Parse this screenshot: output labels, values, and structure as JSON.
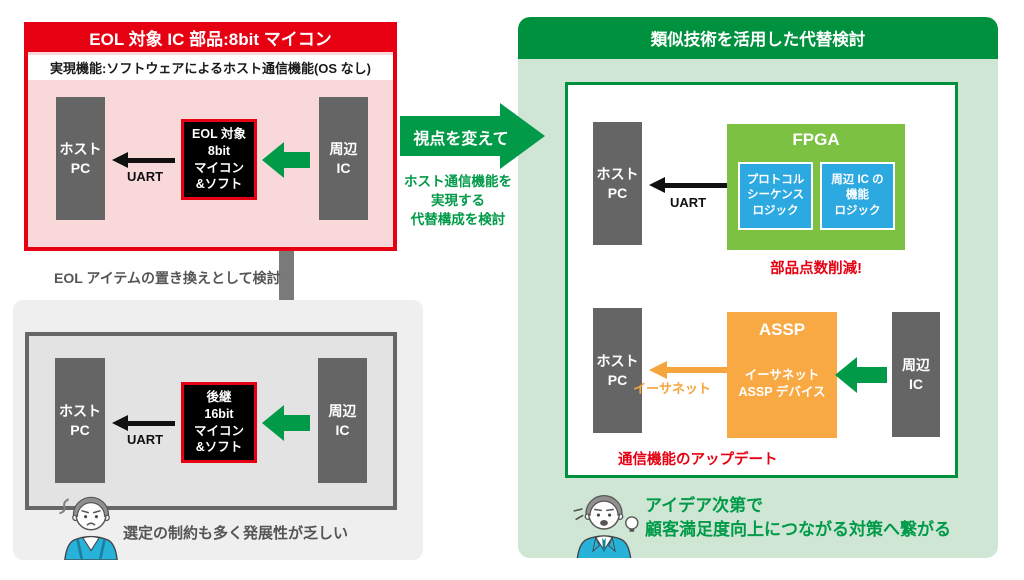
{
  "colors": {
    "red": "#e60012",
    "pink": "#f9d8da",
    "green_dark": "#00913f",
    "green_arrow": "#009a48",
    "green_light": "#cfe6d4",
    "fpga_green": "#7dc143",
    "logic_blue": "#2da9e1",
    "assp_orange": "#f8a943",
    "ic_gray": "#656565"
  },
  "eol_box": {
    "title": "EOL 対象 IC 部品:8bit マイコン",
    "subtitle": "実現機能:ソフトウェアによるホスト通信機能(OS なし)",
    "host_pc": [
      "ホスト",
      "PC"
    ],
    "uart": "UART",
    "mcu_lines": [
      "EOL 対象",
      "8bit",
      "マイコン",
      "&ソフト"
    ],
    "peripheral": [
      "周辺",
      "IC"
    ]
  },
  "transition": {
    "arrow_label": "視点を変えて",
    "note_lines": [
      "ホスト通信機能を",
      "実現する",
      "代替構成を検討"
    ]
  },
  "replace_note": "EOL アイテムの置き換えとして検討",
  "successor_box": {
    "host_pc": [
      "ホスト",
      "PC"
    ],
    "uart": "UART",
    "mcu_lines": [
      "後継",
      "16bit",
      "マイコン",
      "&ソフト"
    ],
    "peripheral": [
      "周辺",
      "IC"
    ],
    "caption": "選定の制約も多く発展性が乏しい"
  },
  "alt_panel": {
    "title": "類似技術を活用した代替検討",
    "fpga": {
      "host_pc": [
        "ホスト",
        "PC"
      ],
      "uart": "UART",
      "title": "FPGA",
      "logic1": [
        "プロトコル",
        "シーケンス",
        "ロジック"
      ],
      "logic2": [
        "周辺 IC の",
        "機能",
        "ロジック"
      ],
      "benefit": "部品点数削減!"
    },
    "assp": {
      "host_pc": [
        "ホスト",
        "PC"
      ],
      "link_label": "イーサネット",
      "title": "ASSP",
      "device_lines": [
        "イーサネット",
        "ASSP デバイス"
      ],
      "peripheral": [
        "周辺",
        "IC"
      ],
      "benefit": "通信機能のアップデート"
    },
    "conclusion_lines": [
      "アイデア次第で",
      "顧客満足度向上につながる対策へ繋がる"
    ]
  }
}
